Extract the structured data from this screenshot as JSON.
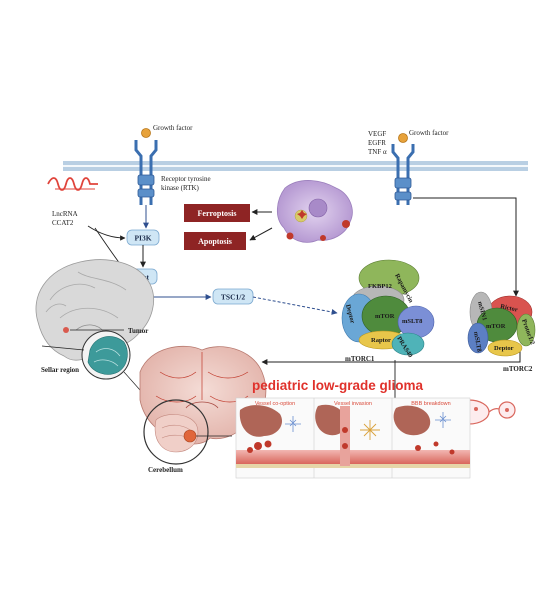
{
  "labels": {
    "growth_factor_left": "Growth factor",
    "growth_factor_right": "Growth factor",
    "vegf": "VEGF",
    "egfr": "EGFR",
    "tnf": "TNF α",
    "rtk": "Receptor tyrosine",
    "rtk2": "kinase (RTK)",
    "lncrna": "LncRNA",
    "ccat2": "CCAT2",
    "pi3k": "PI3K",
    "akt": "Akt",
    "tsc": "TSC1/2",
    "ferroptosis": "Ferroptosis",
    "apoptosis": "Apoptosis",
    "fkbp12": "FKBP12",
    "rapamycin": "Rapamycin",
    "mtor1": "mTOR",
    "mslt8_1": "mSLT8",
    "raptor": "Raptor",
    "pras40": "PRAS40",
    "deptor1": "Deptor",
    "mtorc1": "mTORC1",
    "rictor": "Rictor",
    "msin1": "mSIN1",
    "mtor2": "mTOR",
    "mslt8_2": "mSLT8",
    "protor": "Protor1/2",
    "deptor2": "Deptor",
    "mtorc2": "mTORC2",
    "tumor": "Tumor",
    "sellar": "Sellar region",
    "cerebellum": "Cerebellum",
    "title": "pediatric low-grade glioma",
    "panel1": "Vessel co-option",
    "panel2": "Vessel invasion",
    "panel3": "BBB breakdown"
  },
  "colors": {
    "membrane": "#b9cfe3",
    "receptor": "#5b8fc9",
    "ligand": "#e7a23b",
    "death_box": "#8e2424",
    "pill_fill": "#cfe6f5",
    "title_red": "#e0312b",
    "cell_purple": "#c8b3dd"
  }
}
